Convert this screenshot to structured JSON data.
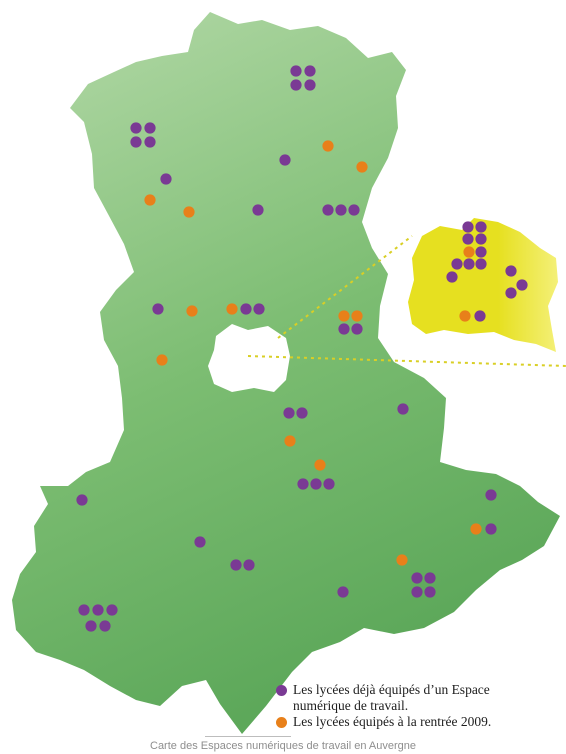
{
  "colors": {
    "region": "#5da85a",
    "region_light": "#b4d9a8",
    "inset": "#e6e020",
    "inset_light": "#f4f078",
    "dashed_line": "#d9cf26",
    "purple_dot": "#7a3a94",
    "orange_dot": "#e8801a"
  },
  "legend": {
    "items": [
      {
        "key": "purple",
        "color": "#7a3a94",
        "line1": "Les lycées déjà équipés d’un Espace",
        "line2": "numérique de travail."
      },
      {
        "key": "orange",
        "color": "#e8801a",
        "line1": "Les lycées équipés à la rentrée 2009.",
        "line2": ""
      }
    ]
  },
  "caption": "Carte des Espaces numériques de travail en Auvergne"
}
